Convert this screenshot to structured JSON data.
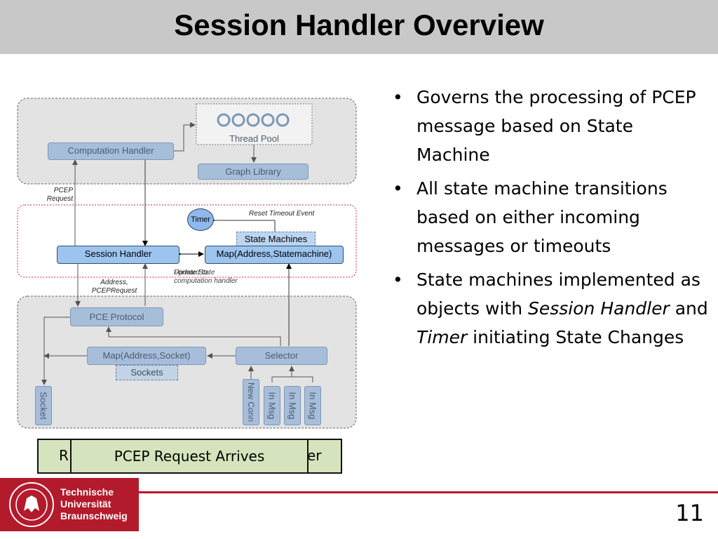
{
  "slide": {
    "title": "Session Handler Overview",
    "number": "11"
  },
  "diagram": {
    "thread_pool": "Thread Pool",
    "computation_handler": "Computation Handler",
    "graph_library": "Graph Library",
    "pcep_request_label": "PCEP\nRequest",
    "timer": "Timer",
    "reset_timeout_event": "Reset Timeout Event",
    "state_machines": "State Machines",
    "map_address_statemachine": "Map(Address,Statemachine)",
    "session_handler": "Session Handler",
    "update_state_label": "Update State",
    "forward_label": "Forward to\ncomputation handler",
    "address_pceprequest_label": "Address,\nPCEPRequest",
    "pce_protocol": "PCE Protocol",
    "map_address_socket": "Map(Address,Socket)",
    "selector": "Selector",
    "sockets": "Sockets",
    "socket_vertical": "Socket",
    "new_conn": "New Conn",
    "in_msg": [
      "In Msg",
      "In Msg",
      "In Msg"
    ]
  },
  "bullets": [
    {
      "segments": [
        {
          "text": "Governs the processing of PCEP message based on State Machine",
          "italic": false
        }
      ]
    },
    {
      "segments": [
        {
          "text": "All state machine transitions based on either incoming messages or timeouts",
          "italic": false
        }
      ]
    },
    {
      "segments": [
        {
          "text": "State machines implemented as objects with ",
          "italic": false
        },
        {
          "text": "Session Handler",
          "italic": true
        },
        {
          "text": " and ",
          "italic": false
        },
        {
          "text": "Timer",
          "italic": true
        },
        {
          "text": " initiating State Changes",
          "italic": false
        }
      ]
    }
  ],
  "animation_banner": {
    "front_text": "PCEP Request Arrives",
    "peek_left": "R",
    "peek_right": "er"
  },
  "logo": {
    "lines": [
      "Technische",
      "Universität",
      "Braunschweig"
    ]
  },
  "colors": {
    "title_bar": "#c8c8c8",
    "accent_red": "#b31b2c",
    "banner_green": "#d6e4bd",
    "box_blue": "#a7bedb"
  }
}
